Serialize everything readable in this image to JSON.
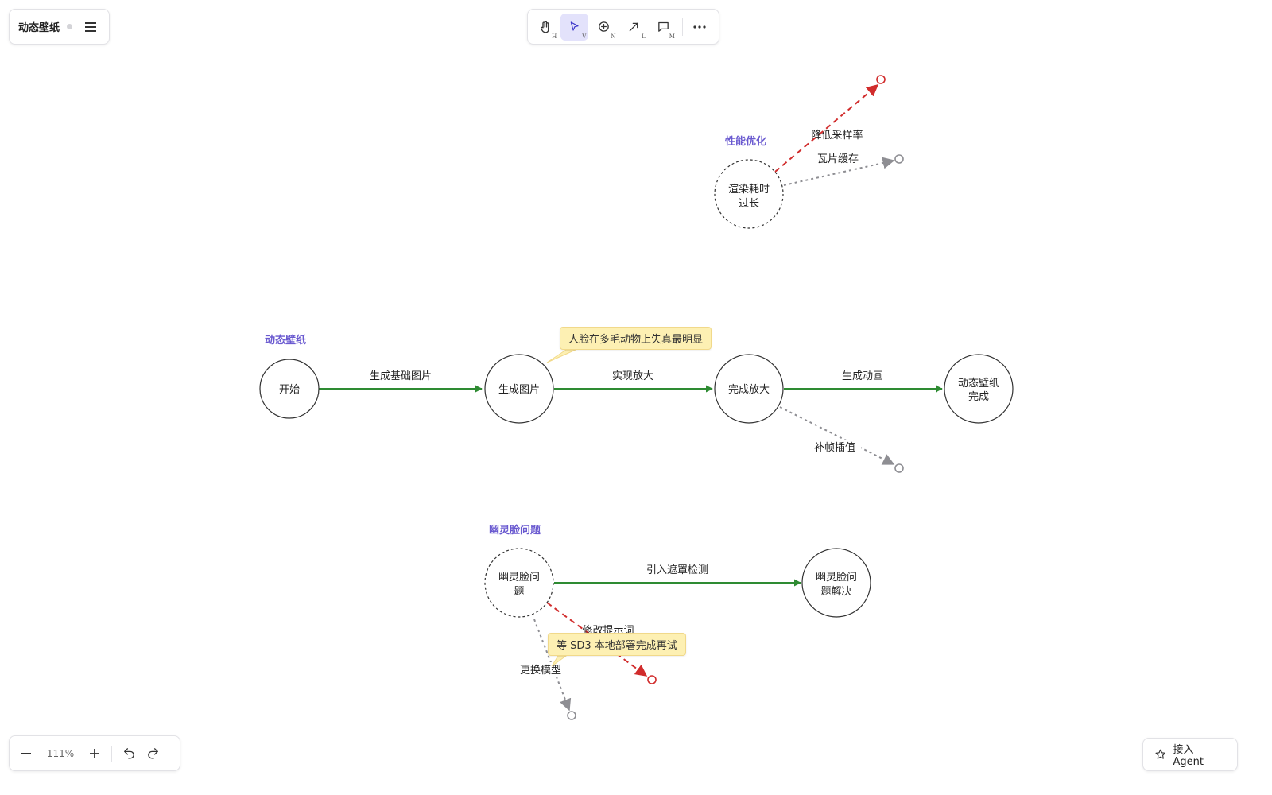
{
  "header": {
    "title": "动态壁纸"
  },
  "toolbar": {
    "tools": [
      {
        "icon": "hand-icon",
        "key": "H",
        "active": false
      },
      {
        "icon": "pointer-icon",
        "key": "V",
        "active": true
      },
      {
        "icon": "add-node-icon",
        "key": "N",
        "active": false
      },
      {
        "icon": "connector-icon",
        "key": "L",
        "active": false
      },
      {
        "icon": "comment-icon",
        "key": "M",
        "active": false
      }
    ],
    "more_icon": "more-icon"
  },
  "zoom": {
    "level": "111%"
  },
  "agent_button": {
    "label": "接入 Agent"
  },
  "colors": {
    "success": "#2e8b32",
    "failure": "#d12c2c",
    "pending": "#8e8e93",
    "group_label": "#6a5ad0",
    "note_bg": "#fdf0b3"
  },
  "diagram": {
    "groups": [
      {
        "id": "g1",
        "label": "性能优化"
      },
      {
        "id": "g2",
        "label": "动态壁纸"
      },
      {
        "id": "g3",
        "label": "幽灵脸问题"
      }
    ],
    "nodes": [
      {
        "id": "n-render",
        "label": [
          "渲染耗时",
          "过长"
        ],
        "style": "dashed"
      },
      {
        "id": "n-start",
        "label": [
          "开始"
        ],
        "style": "solid"
      },
      {
        "id": "n-gen-img",
        "label": [
          "生成图片"
        ],
        "style": "solid"
      },
      {
        "id": "n-upscale",
        "label": [
          "完成放大"
        ],
        "style": "solid"
      },
      {
        "id": "n-done",
        "label": [
          "动态壁纸",
          "完成"
        ],
        "style": "solid"
      },
      {
        "id": "n-ghost",
        "label": [
          "幽灵脸问",
          "题"
        ],
        "style": "dashed"
      },
      {
        "id": "n-ghost-solved",
        "label": [
          "幽灵脸问",
          "题解决"
        ],
        "style": "solid"
      }
    ],
    "edges": [
      {
        "id": "e1",
        "label": "降低采样率",
        "status": "failed"
      },
      {
        "id": "e2",
        "label": "瓦片缓存",
        "status": "pending"
      },
      {
        "id": "e3",
        "label": "生成基础图片",
        "status": "done"
      },
      {
        "id": "e4",
        "label": "实现放大",
        "status": "done"
      },
      {
        "id": "e5",
        "label": "生成动画",
        "status": "done"
      },
      {
        "id": "e6",
        "label": "补帧插值",
        "status": "pending"
      },
      {
        "id": "e7",
        "label": "引入遮罩检测",
        "status": "done"
      },
      {
        "id": "e8",
        "label": "修改提示词",
        "status": "failed"
      },
      {
        "id": "e9",
        "label": "更换模型",
        "status": "pending"
      }
    ],
    "notes": [
      {
        "id": "note1",
        "text": "人脸在多毛动物上失真最明显"
      },
      {
        "id": "note2",
        "text": "等 SD3 本地部署完成再试"
      }
    ]
  }
}
